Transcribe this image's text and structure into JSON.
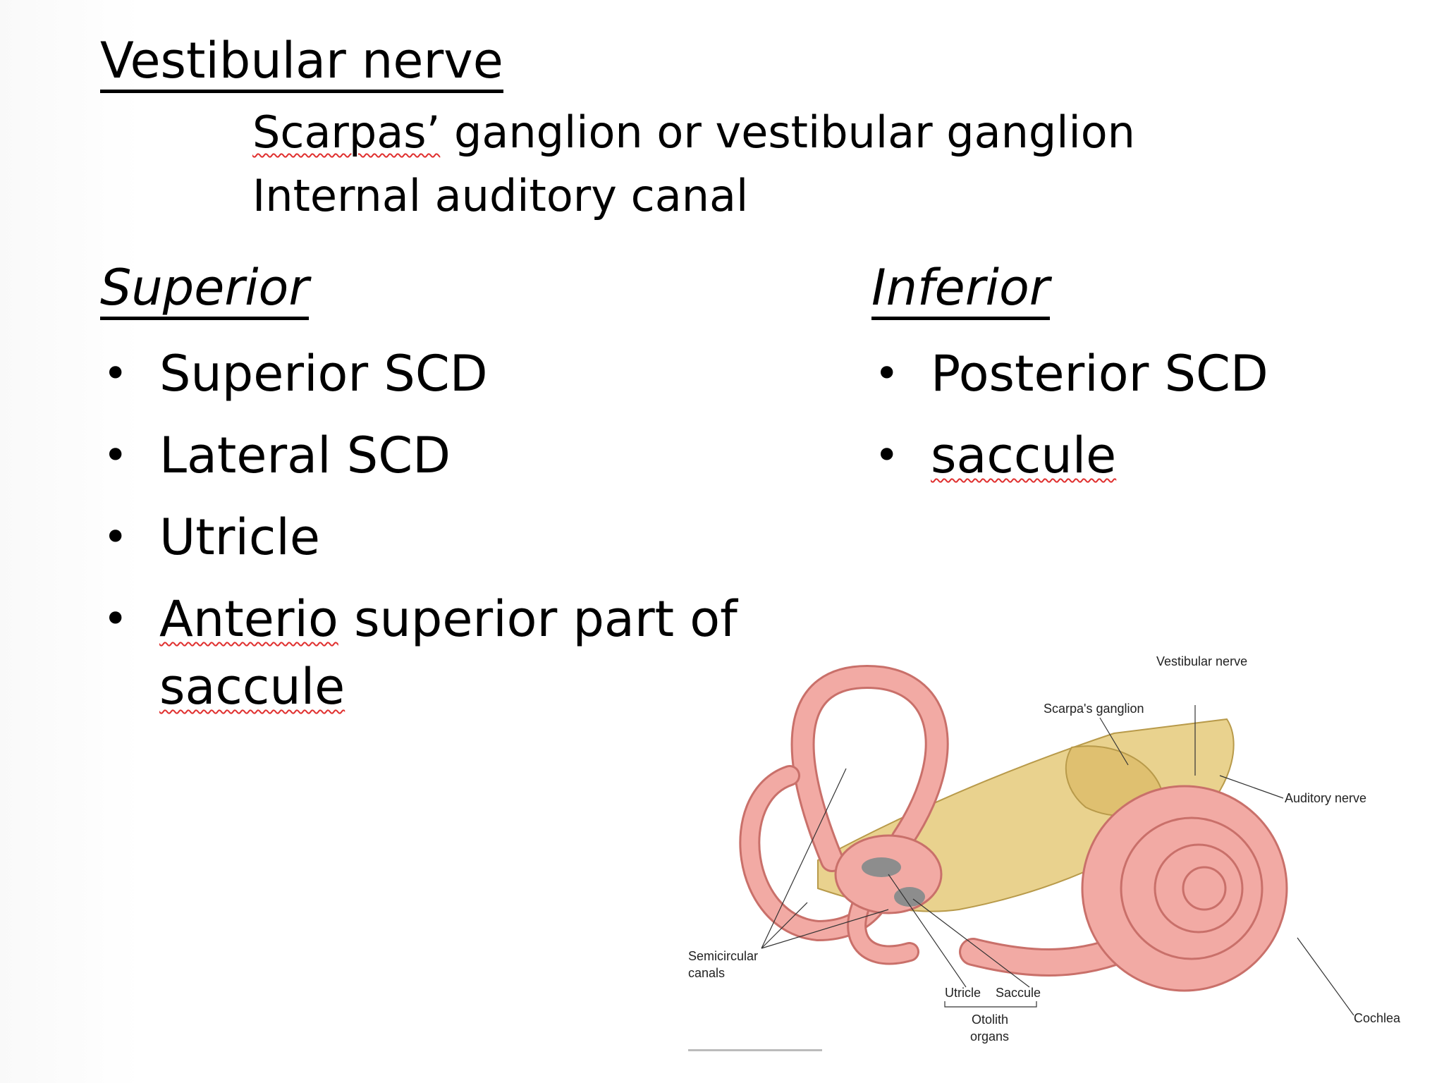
{
  "slide": {
    "title": "Vestibular nerve",
    "subtitle_lines": [
      {
        "prefix": "Scarpas’",
        "rest": " ganglion or vestibular ganglion"
      },
      {
        "text": "Internal auditory canal"
      }
    ]
  },
  "superior": {
    "heading": "Superior",
    "items": [
      "Superior SCD",
      "Lateral SCD",
      "Utricle"
    ],
    "last_item": {
      "misspelled": "Anterio",
      "rest": " superior part of",
      "second_line": "saccule"
    }
  },
  "inferior": {
    "heading": "Inferior",
    "items": [
      "Posterior SCD"
    ],
    "last_item": "saccule"
  },
  "diagram": {
    "labels": {
      "vestibular_nerve": "Vestibular nerve",
      "scarpas_ganglion": "Scarpa's ganglion",
      "auditory_nerve": "Auditory nerve",
      "semicircular_line1": "Semicircular",
      "semicircular_line2": "canals",
      "utricle": "Utricle",
      "saccule": "Saccule",
      "otolith_line1": "Otolith",
      "otolith_line2": "organs",
      "cochlea": "Cochlea"
    },
    "colors": {
      "canal": "#f2aaa4",
      "canal_stroke": "#c9706a",
      "nerve": "#e9d28e",
      "nerve_stroke": "#b89a4a",
      "organ": "#8d8d8d"
    }
  }
}
